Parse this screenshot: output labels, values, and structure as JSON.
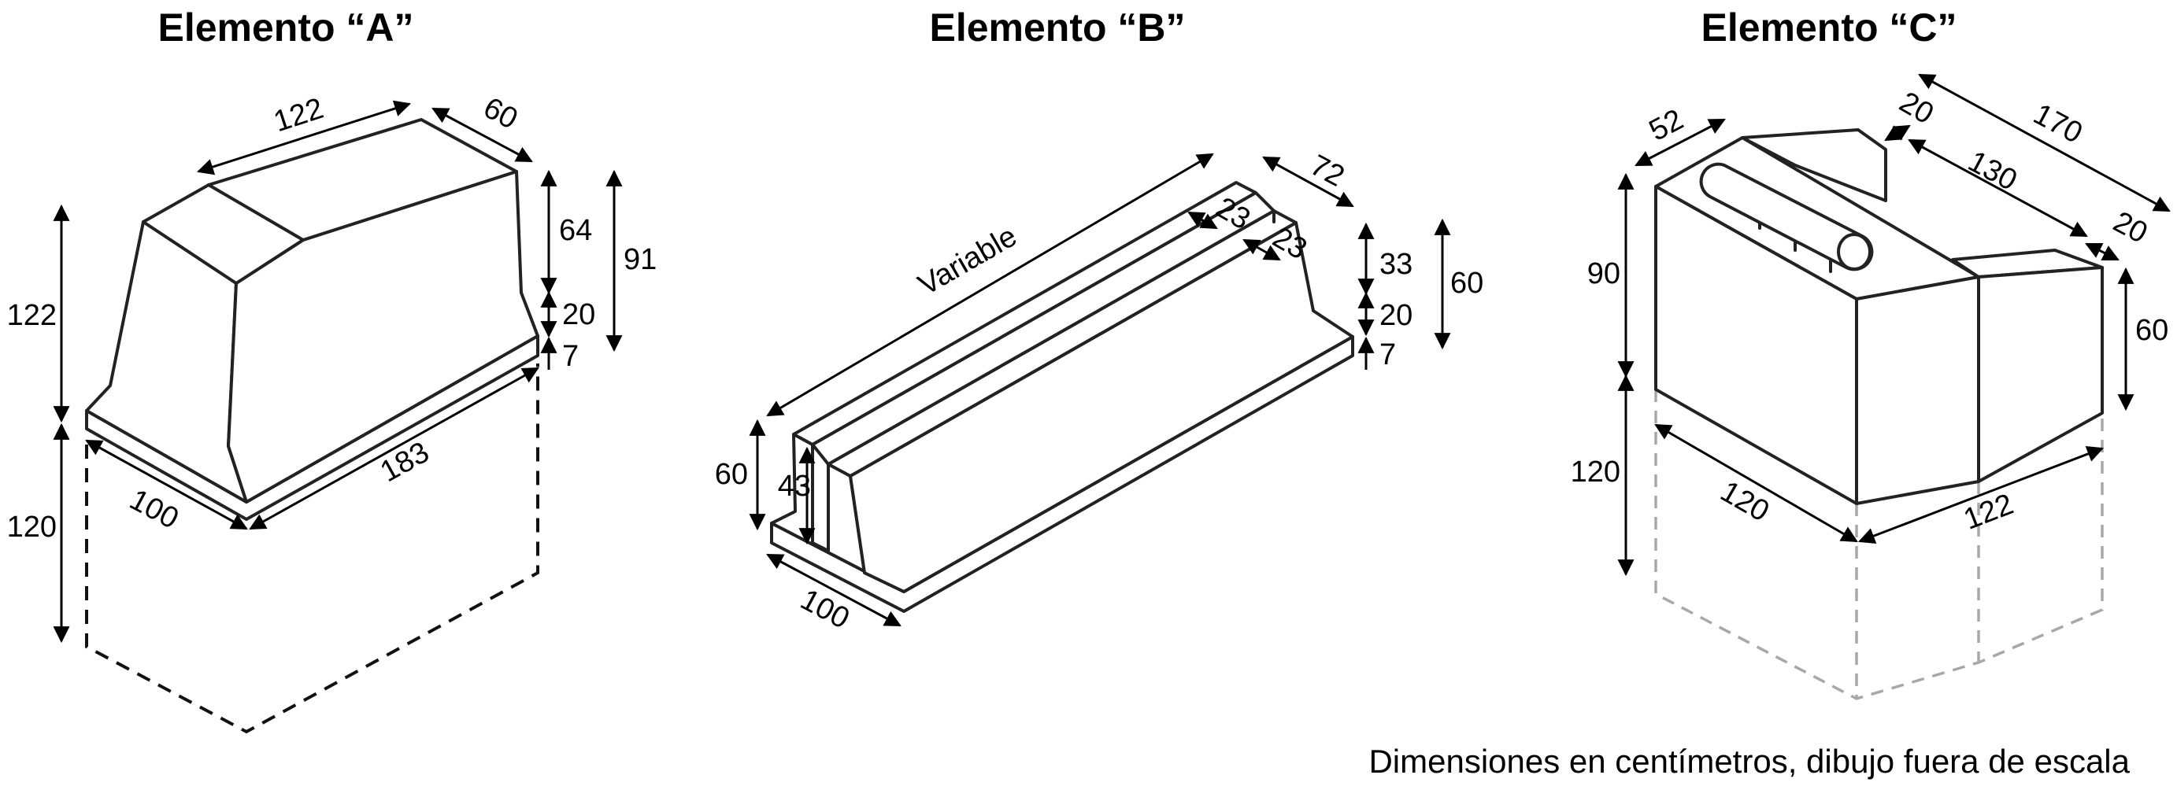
{
  "titles": {
    "a": "Elemento “A”",
    "b": "Elemento “B”",
    "c": "Elemento “C”"
  },
  "element_a": {
    "dims": [
      "122",
      "60",
      "64",
      "91",
      "20",
      "7",
      "122",
      "120",
      "100",
      "183"
    ]
  },
  "element_b": {
    "dims": [
      "Variable",
      "72",
      "23",
      "23",
      "33",
      "60",
      "20",
      "7",
      "60",
      "43",
      "100"
    ]
  },
  "element_c": {
    "dims": [
      "52",
      "20",
      "170",
      "130",
      "20",
      "90",
      "60",
      "120",
      "120",
      "122"
    ]
  },
  "footnote": "Dimensiones en centímetros, dibujo fuera de escala",
  "colors": {
    "line": "#222222",
    "hidden_c": "#a8a8a8"
  }
}
